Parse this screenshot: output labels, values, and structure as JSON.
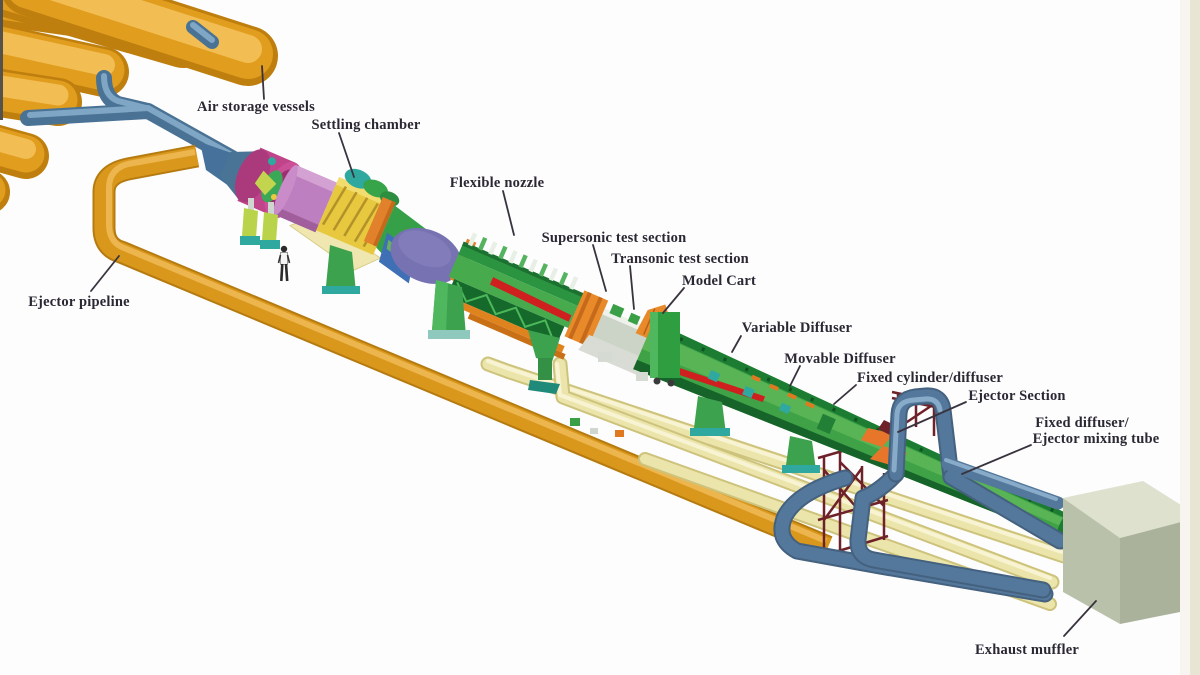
{
  "diagram": {
    "kind": "labeled-3d-facility-schematic",
    "subject": "wind tunnel circuit with air storage, test sections, ejector system and exhaust",
    "person_for_scale_shown": true
  },
  "labels": [
    {
      "id": "air-storage-vessels",
      "text": "Air storage vessels"
    },
    {
      "id": "settling-chamber",
      "text": "Settling chamber"
    },
    {
      "id": "flexible-nozzle",
      "text": "Flexible nozzle"
    },
    {
      "id": "supersonic-test-section",
      "text": "Supersonic test section"
    },
    {
      "id": "transonic-test-section",
      "text": "Transonic test section"
    },
    {
      "id": "model-cart",
      "text": "Model Cart"
    },
    {
      "id": "variable-diffuser",
      "text": "Variable Diffuser"
    },
    {
      "id": "movable-diffuser",
      "text": "Movable Diffuser"
    },
    {
      "id": "fixed-cylinder-diffuser",
      "text": "Fixed cylinder/diffuser"
    },
    {
      "id": "ejector-section",
      "text": "Ejector Section"
    },
    {
      "id": "fixed-diffuser-line1",
      "text": "Fixed diffuser/"
    },
    {
      "id": "fixed-diffuser-line2",
      "text": "Ejector mixing tube"
    },
    {
      "id": "ejector-pipeline",
      "text": "Ejector pipeline"
    },
    {
      "id": "exhaust-muffler",
      "text": "Exhaust muffler"
    }
  ],
  "colors": {
    "background": "#fdfdfd",
    "vessel_orange": "#e19d1e",
    "pipe_blue": "#54789b",
    "pipeline_orange": "#d9981c",
    "tunnel_green": "#3fa246",
    "tunnel_green_dark": "#1c7c32",
    "stripe_red": "#cf1f1f",
    "pipe_cream": "#ece5ab",
    "muffler_gray_green": "#bac1ab",
    "chamber_magenta": "#c2488f",
    "chamber_orchid": "#bd7fbf",
    "chamber_yellow": "#e7c83e",
    "chamber_purple": "#7772b2",
    "accent_teal": "#2fa8a0",
    "accent_orange": "#e8892a",
    "lime_green": "#b9d44b",
    "frame_maroon": "#6e2128",
    "label_ink": "#2b2834",
    "edge_strip_beige": "#e9e5d4"
  }
}
